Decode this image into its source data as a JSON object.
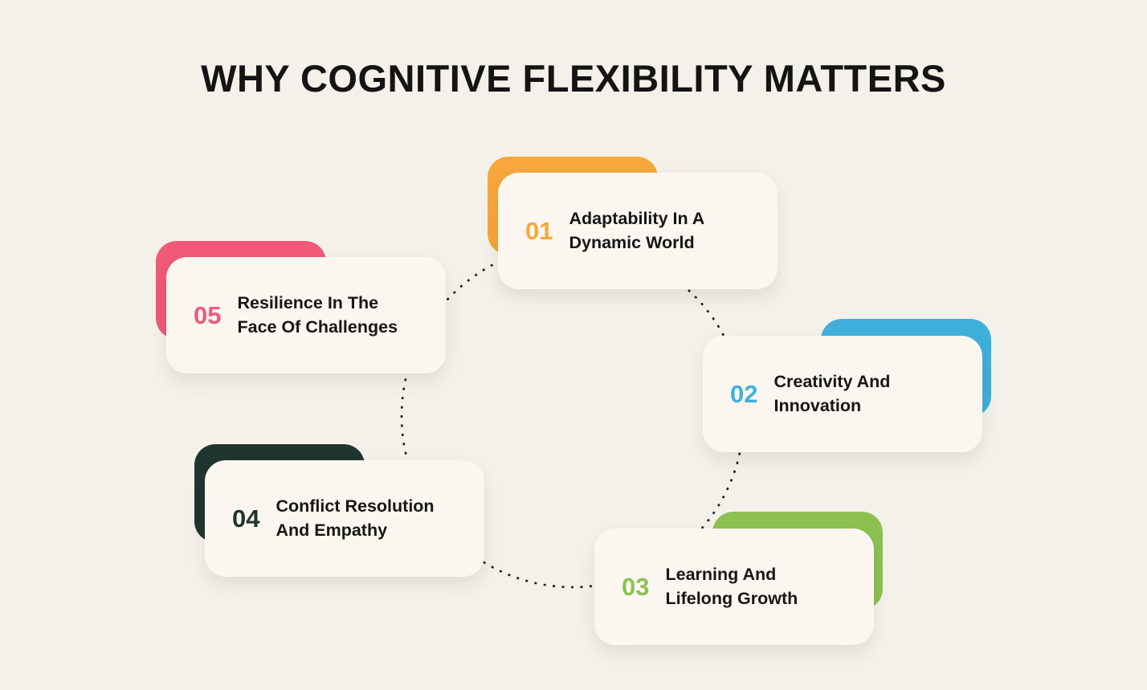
{
  "title": "WHY COGNITIVE FLEXIBILITY MATTERS",
  "colors": {
    "background": "#F4F1EB",
    "card": "#FBF7F0",
    "text": "#161616",
    "connector": "#1C1C1C"
  },
  "items": [
    {
      "number": "01",
      "label": "Adaptability In A Dynamic World",
      "lines": [
        "Adaptability In A",
        "Dynamic World"
      ],
      "color": "#F7A73B"
    },
    {
      "number": "02",
      "label": "Creativity And Innovation",
      "lines": [
        "Creativity And",
        "Innovation"
      ],
      "color": "#3FB0DC"
    },
    {
      "number": "03",
      "label": "Learning And Lifelong Growth",
      "lines": [
        "Learning And",
        "Lifelong Growth"
      ],
      "color": "#8CC152"
    },
    {
      "number": "04",
      "label": "Conflict Resolution And Empathy",
      "lines": [
        "Conflict Resolution",
        "And Empathy"
      ],
      "color": "#20352F"
    },
    {
      "number": "05",
      "label": "Resilience In The Face Of Challenges",
      "lines": [
        "Resilience In The",
        "Face Of Challenges"
      ],
      "color": "#F05A78"
    }
  ]
}
